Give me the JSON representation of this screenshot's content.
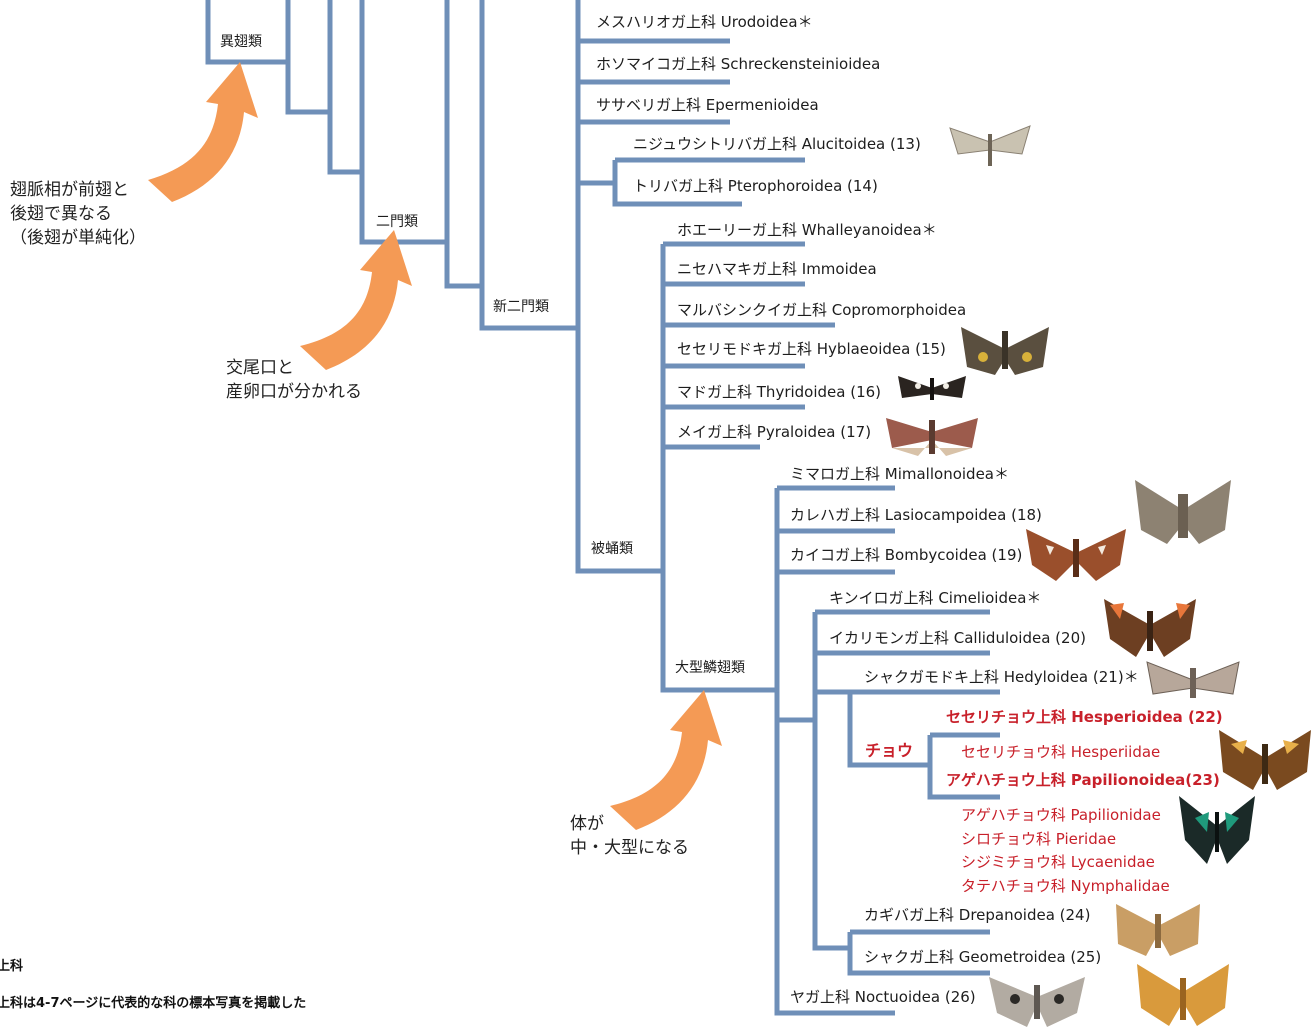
{
  "colors": {
    "branch": "#6f8fb8",
    "arrow": "#f49a55",
    "butterfly_text": "#c8202a",
    "label_text": "#1d1d1d"
  },
  "clade_labels": {
    "heteroneura": "異翅類",
    "ditrysia": "二門類",
    "neoditrysia": "新二門類",
    "obtectomera": "被蛹類",
    "macroheterocera": "大型鱗翅類",
    "butterflies": "チョウ"
  },
  "annotations": {
    "venation": "翅脈相が前翅と\n後翅で異なる\n（後翅が単純化）",
    "genital": "交尾口と\n産卵口が分かれる",
    "body": "体が\n中・大型になる"
  },
  "superfamilies": [
    {
      "id": "urodoidea",
      "label": "メスハリオガ上科 Urodoidea＊"
    },
    {
      "id": "schreckensteinioidea",
      "label": "ホソマイコガ上科 Schreckensteinioidea"
    },
    {
      "id": "epermenioidea",
      "label": "ササベリガ上科 Epermenioidea"
    },
    {
      "id": "alucitoidea",
      "label": "ニジュウシトリバガ上科 Alucitoidea (13)"
    },
    {
      "id": "pterophoroidea",
      "label": "トリバガ上科 Pterophoroidea (14)"
    },
    {
      "id": "whalleyanoidea",
      "label": "ホエーリーガ上科 Whalleyanoidea＊"
    },
    {
      "id": "immoidea",
      "label": "ニセハマキガ上科 Immoidea"
    },
    {
      "id": "copromorphoidea",
      "label": "マルバシンクイガ上科 Copromorphoidea"
    },
    {
      "id": "hyblaeoidea",
      "label": "セセリモドキガ上科 Hyblaeoidea (15)"
    },
    {
      "id": "thyridoidea",
      "label": "マドガ上科 Thyridoidea (16)"
    },
    {
      "id": "pyraloidea",
      "label": "メイガ上科 Pyraloidea (17)"
    },
    {
      "id": "mimallonoidea",
      "label": "ミマロガ上科 Mimallonoidea＊"
    },
    {
      "id": "lasiocampoidea",
      "label": "カレハガ上科 Lasiocampoidea (18)"
    },
    {
      "id": "bombycoidea",
      "label": "カイコガ上科 Bombycoidea (19)"
    },
    {
      "id": "cimelioidea",
      "label": "キンイロガ上科 Cimelioidea＊"
    },
    {
      "id": "calliduloidea",
      "label": "イカリモンガ上科 Calliduloidea (20)"
    },
    {
      "id": "hedyloidea",
      "label": "シャクガモドキ上科 Hedyloidea (21)＊"
    },
    {
      "id": "hesperioidea",
      "label": "セセリチョウ上科 Hesperioidea (22)"
    },
    {
      "id": "hesperiidae",
      "label": "セセリチョウ科 Hesperiidae"
    },
    {
      "id": "papilionoidea",
      "label": "アゲハチョウ上科 Papilionoidea(23)"
    },
    {
      "id": "papilionidae",
      "label": "アゲハチョウ科 Papilionidae"
    },
    {
      "id": "pieridae",
      "label": "シロチョウ科 Pieridae"
    },
    {
      "id": "lycaenidae",
      "label": "シジミチョウ科 Lycaenidae"
    },
    {
      "id": "nymphalidae",
      "label": "タテハチョウ科 Nymphalidae"
    },
    {
      "id": "drepanoidea",
      "label": "カギバガ上科 Drepanoidea (24)"
    },
    {
      "id": "geometroidea",
      "label": "シャクガ上科 Geometroidea (25)"
    },
    {
      "id": "noctuoidea",
      "label": "ヤガ上科 Noctuoidea (26)"
    }
  ],
  "footnotes": {
    "line1": "上科",
    "line2": "上科は4-7ページに代表的な科の標本写真を掲載した"
  },
  "specimen_icons": [
    "moth-specimen-icon",
    "butterfly-specimen-icon"
  ]
}
